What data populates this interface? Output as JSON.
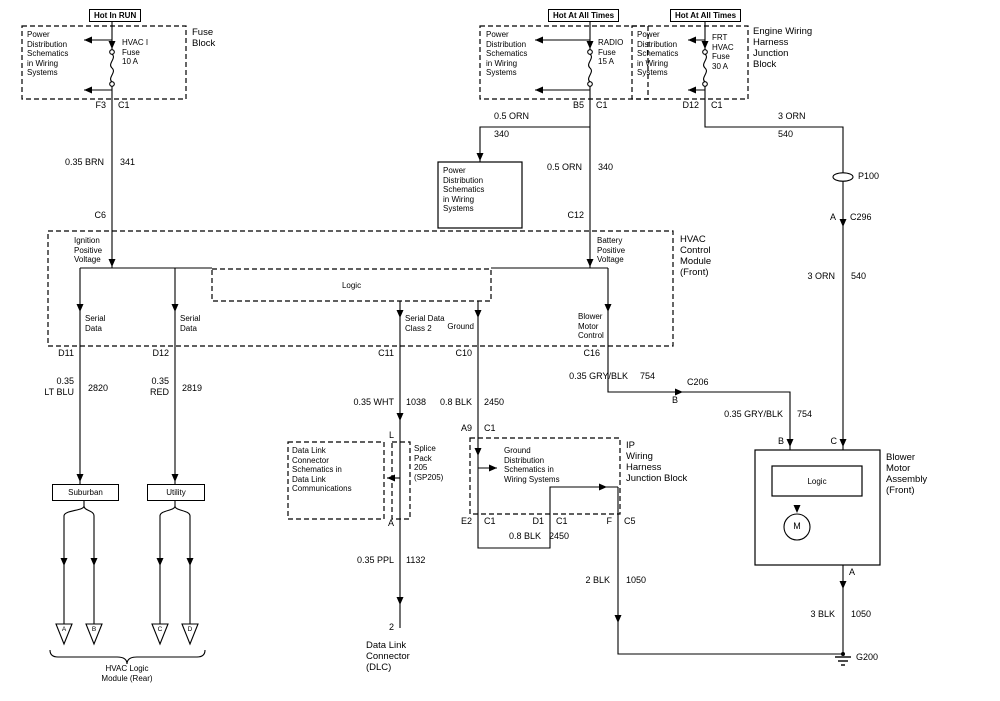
{
  "title": "HVAC blower motor wiring schematic",
  "colors": {
    "line": "#000000",
    "background": "#ffffff"
  },
  "tags": {
    "hot_in_run": "Hot In RUN",
    "hot_at_all_times": "Hot At All Times"
  },
  "refs": {
    "power_distribution": "Power\nDistribution\nSchematics\nin Wiring\nSystems",
    "ground_distribution": "Ground\nDistribution\nSchematics in\nWiring Systems",
    "data_link": "Data Link\nConnector\nSchematics in\nData Link\nCommunications"
  },
  "fuses": {
    "hvac1": "HVAC I\nFuse\n10 A",
    "radio": "RADIO\nFuse\n15 A",
    "frt_hvac": "FRT\nHVAC\nFuse\n30 A"
  },
  "blocks": {
    "fuse_block": "Fuse\nBlock",
    "engine_jb": "Engine Wiring\nHarness\nJunction\nBlock",
    "hvac_module": "HVAC\nControl\nModule\n(Front)",
    "ip_jb": "IP\nWiring\nHarness\nJunction Block",
    "blower": "Blower\nMotor\nAssembly\n(Front)",
    "dlc": "Data Link\nConnector\n(DLC)",
    "splice": "Splice\nPack\n205\n(SP205)",
    "hvac_rear": "HVAC Logic\nModule (Rear)",
    "suburban": "Suburban",
    "utility": "Utility",
    "logic": "Logic",
    "motor": "M"
  },
  "module_labels": {
    "ignition": "Ignition\nPositive\nVoltage",
    "battery": "Battery\nPositive\nVoltage",
    "serial_data": "Serial\nData",
    "serial_class2": "Serial Data\nClass 2",
    "ground": "Ground",
    "blower_control": "Blower\nMotor\nControl"
  },
  "pins": {
    "f3": "F3",
    "c1": "C1",
    "b5": "B5",
    "d12": "D12",
    "c6": "C6",
    "c12": "C12",
    "d11": "D11",
    "c11": "C11",
    "c10": "C10",
    "c16": "C16",
    "a9": "A9",
    "e2": "E2",
    "d1": "D1",
    "f": "F",
    "c5": "C5",
    "l": "L",
    "a": "A",
    "two": "2",
    "b": "B",
    "c": "C",
    "p100": "P100",
    "c206": "C206",
    "c296": "C296",
    "g200": "G200"
  },
  "triangles": {
    "a": "A",
    "b": "B",
    "c": "C",
    "d": "D"
  },
  "wires": {
    "brn": {
      "label": "0.35 BRN",
      "ckt": "341"
    },
    "orn05": {
      "label": "0.5 ORN",
      "ckt": "340"
    },
    "orn3": {
      "label": "3 ORN",
      "ckt": "540"
    },
    "ltblu": {
      "label": "0.35\nLT BLU",
      "ckt": "2820"
    },
    "red": {
      "label": "0.35\nRED",
      "ckt": "2819"
    },
    "wht": {
      "label": "0.35 WHT",
      "ckt": "1038"
    },
    "blk08": {
      "label": "0.8 BLK",
      "ckt": "2450"
    },
    "gryblk": {
      "label": "0.35 GRY/BLK",
      "ckt": "754"
    },
    "ppl": {
      "label": "0.35 PPL",
      "ckt": "1132"
    },
    "blk2": {
      "label": "2 BLK",
      "ckt": "1050"
    },
    "blk3": {
      "label": "3 BLK",
      "ckt": "1050"
    }
  }
}
